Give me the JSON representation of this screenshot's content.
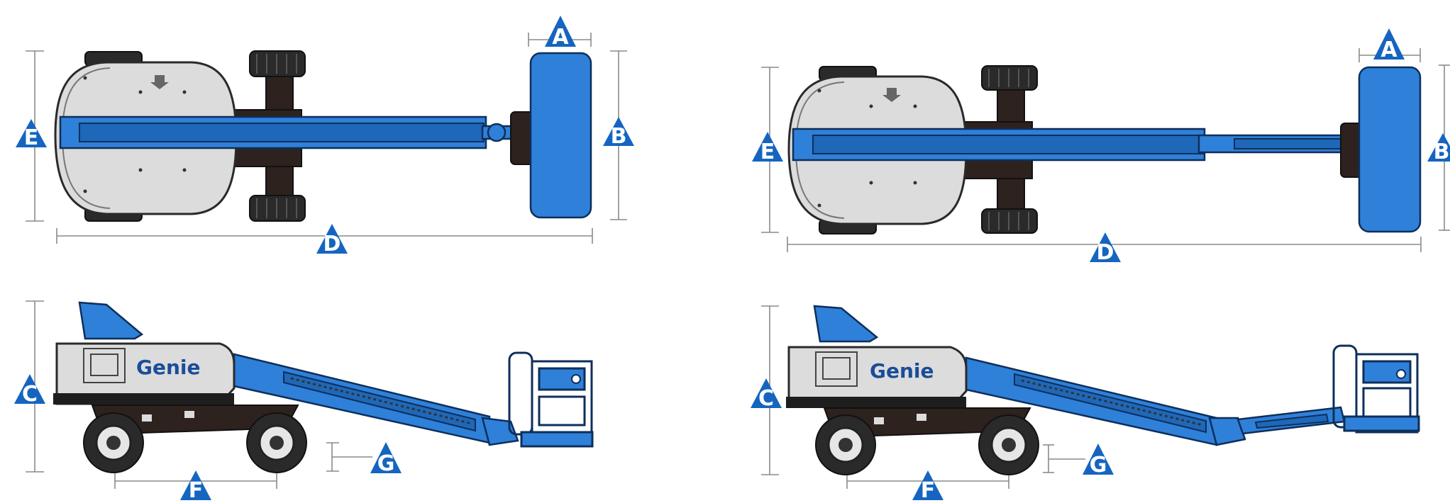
{
  "dimension_labels": {
    "a": "A",
    "b": "B",
    "c": "C",
    "d": "D",
    "e": "E",
    "f": "F",
    "g": "G"
  },
  "brand_logo_text": "Genie",
  "colors": {
    "brand_blue": "#2f80d8",
    "label_blue": "#1565c0",
    "chassis_grey": "#dcdcdc",
    "dark_frame": "#2e221e"
  }
}
